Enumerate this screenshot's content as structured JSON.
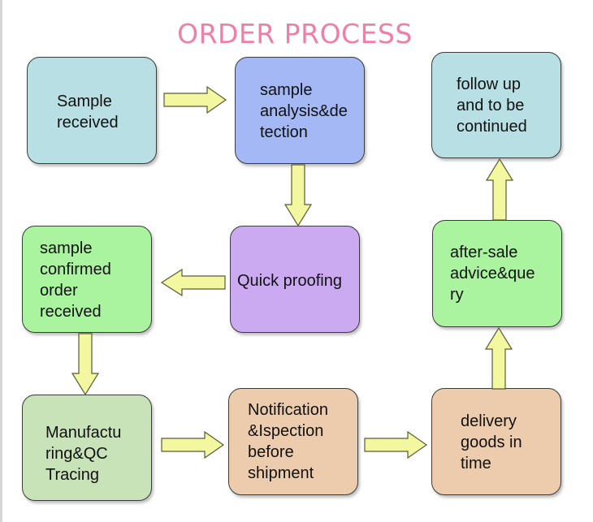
{
  "title": "ORDER PROCESS",
  "colors": {
    "title": "#ef7fa7",
    "teal": "#b8dfe3",
    "blue": "#a3b8f5",
    "purple": "#ccaaf2",
    "green": "#aaf4a0",
    "sage": "#c9e3b9",
    "peach": "#ecccac",
    "arrow": "#f3f79f"
  },
  "steps": {
    "sample_received": "Sample\nreceived",
    "analysis": "sample\nanalysis&de\ntection",
    "quick_proofing": "Quick proofing",
    "confirmed": "sample\nconfirmed\norder\nreceived",
    "manufacturing": "Manufactu\nring&QC\nTracing",
    "notification": "Notification\n&Ispection\nbefore\nshipment",
    "delivery": "delivery\ngoods in\ntime",
    "after_sale": "after-sale\nadvice&que\nry",
    "follow_up": "follow up\nand to be\ncontinued"
  }
}
